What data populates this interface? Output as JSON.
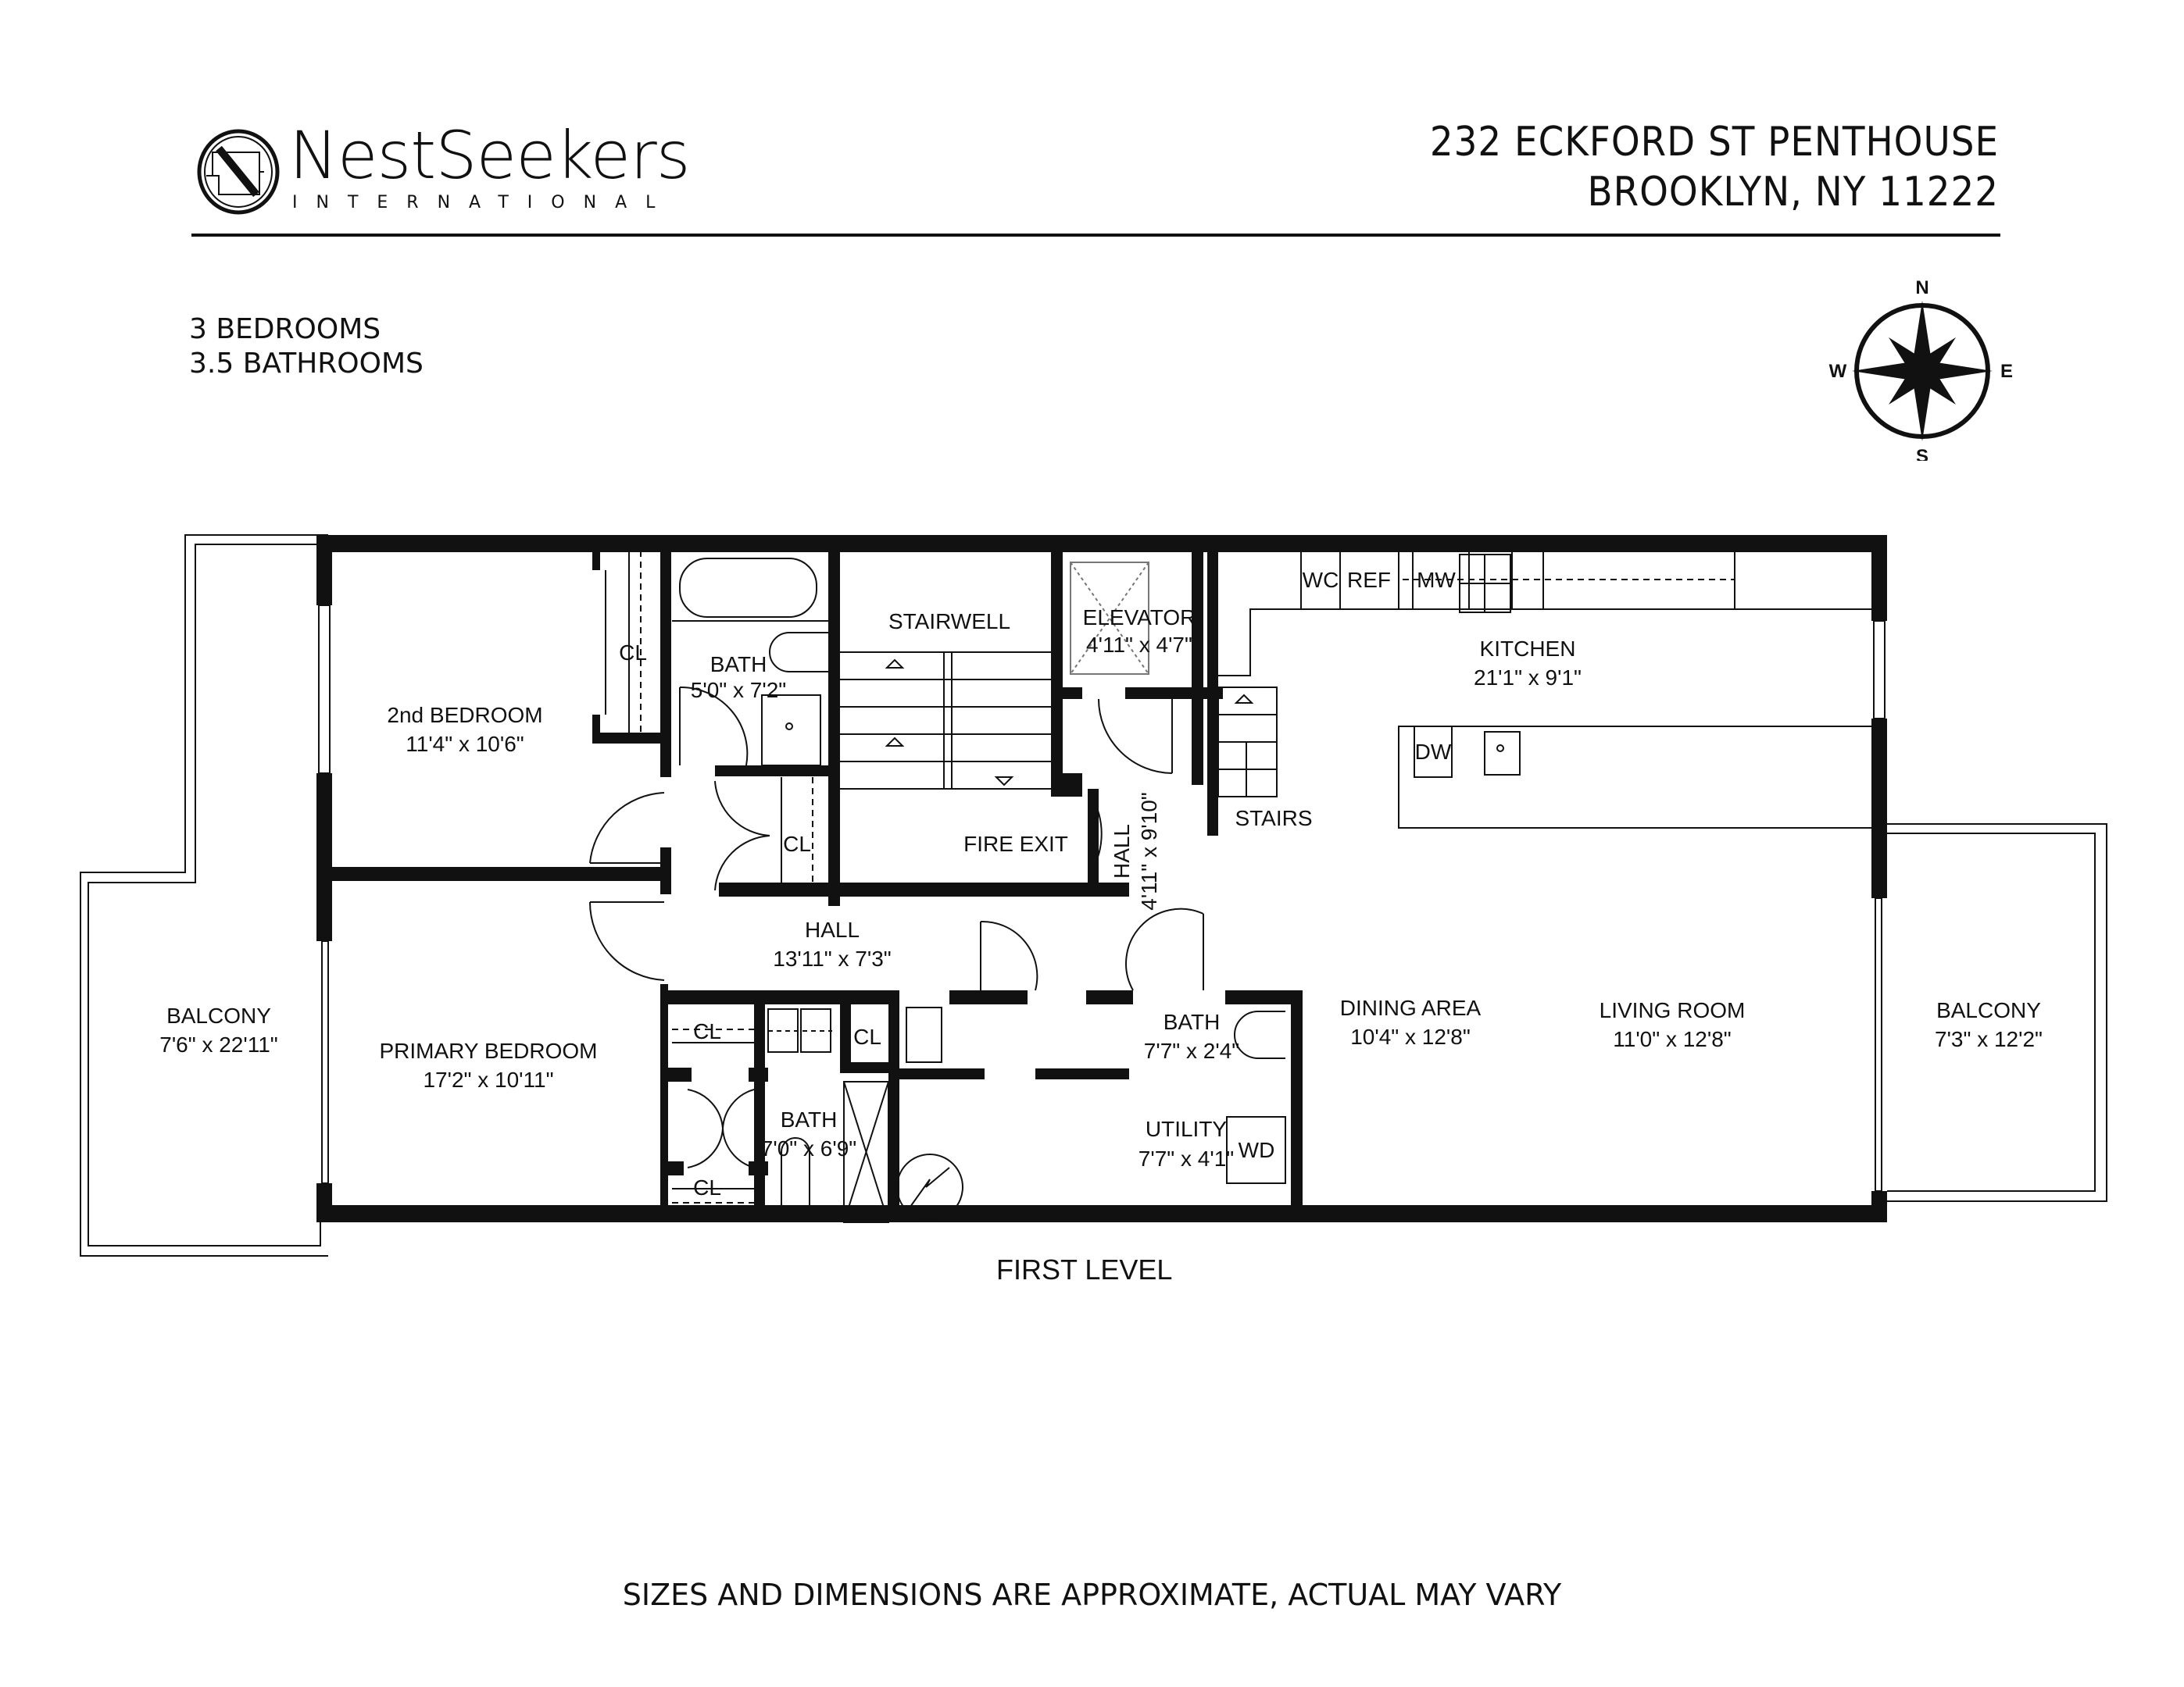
{
  "brand": {
    "name": "NestSeekers",
    "tagline": "INTERNATIONAL"
  },
  "property": {
    "address_line1": "232 ECKFORD ST PENTHOUSE",
    "address_line2": "BROOKLYN, NY 11222",
    "bedrooms": "3 BEDROOMS",
    "bathrooms": "3.5 BATHROOMS"
  },
  "compass": {
    "n": "N",
    "s": "S",
    "e": "E",
    "w": "W"
  },
  "floor": {
    "level_label": "FIRST LEVEL",
    "rooms": {
      "balcony_west": {
        "name": "BALCONY",
        "size": "7'6\" x 22'11\""
      },
      "second_bedroom": {
        "name": "2nd BEDROOM",
        "size": "11'4\" x 10'6\""
      },
      "primary_bedroom": {
        "name": "PRIMARY BEDROOM",
        "size": "17'2\" x 10'11\""
      },
      "closet_2nd": {
        "name": "CL"
      },
      "bath_north": {
        "name": "BATH",
        "size": "5'0\" x 7'2\""
      },
      "closet_hall": {
        "name": "CL"
      },
      "stairwell": {
        "name": "STAIRWELL"
      },
      "fire_exit": {
        "name": "FIRE EXIT"
      },
      "elevator": {
        "name": "ELEVATOR",
        "size": "4'11\" x 4'7\""
      },
      "hall_vertical": {
        "name": "HALL",
        "size": "4'11\" x 9'10\""
      },
      "hall_main": {
        "name": "HALL",
        "size": "13'11\" x 7'3\""
      },
      "closet_primary_top": {
        "name": "CL"
      },
      "closet_primary_bottom": {
        "name": "CL"
      },
      "bath_primary": {
        "name": "BATH",
        "size": "7'0\" x 6'9\""
      },
      "closet_center": {
        "name": "CL"
      },
      "bath_half": {
        "name": "BATH",
        "size": "7'7\" x 2'4\""
      },
      "utility": {
        "name": "UTILITY",
        "size": "7'7\" x 4'1\""
      },
      "stairs": {
        "name": "STAIRS"
      },
      "kitchen": {
        "name": "KITCHEN",
        "size": "21'1\" x 9'1\""
      },
      "dining": {
        "name": "DINING AREA",
        "size": "10'4\" x 12'8\""
      },
      "living": {
        "name": "LIVING ROOM",
        "size": "11'0\" x 12'8\""
      },
      "balcony_east": {
        "name": "BALCONY",
        "size": "7'3\" x 12'2\""
      }
    },
    "appliances": {
      "wc": "WC",
      "ref": "REF",
      "mw": "MW",
      "dw": "DW",
      "wd": "WD"
    }
  },
  "disclaimer": "SIZES AND DIMENSIONS ARE APPROXIMATE, ACTUAL MAY VARY"
}
